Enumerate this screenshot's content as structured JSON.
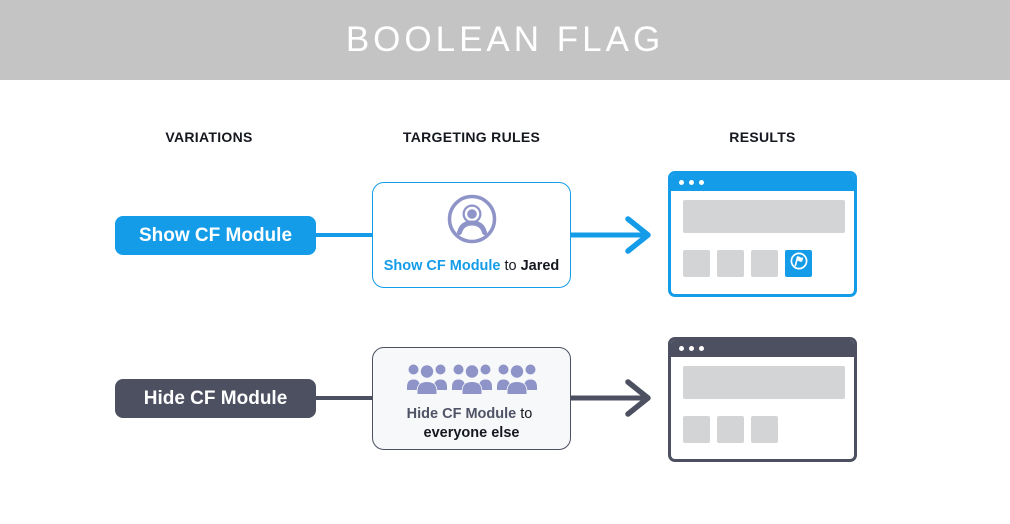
{
  "header": {
    "title": "BOOLEAN FLAG"
  },
  "columns": {
    "variations": "VARIATIONS",
    "targeting": "TARGETING RULES",
    "results": "RESULTS"
  },
  "rows": [
    {
      "variation_label": "Show CF Module",
      "rule": {
        "icon": "user-circle-icon",
        "flag": "Show CF Module",
        "connector": "to",
        "target": "Jared"
      },
      "result": {
        "window_theme": "blue",
        "placeholder_tiles": 3,
        "has_cf_module_tile": true,
        "cf_module_icon": "flag-circle-icon"
      }
    },
    {
      "variation_label": "Hide CF Module",
      "rule": {
        "icon": "crowd-icon",
        "flag": "Hide CF Module",
        "connector": "to",
        "target": "everyone else"
      },
      "result": {
        "window_theme": "dark",
        "placeholder_tiles": 3,
        "has_cf_module_tile": false
      }
    }
  ],
  "colors": {
    "accent_blue": "#149CE8",
    "accent_dark": "#4C5060",
    "icon_purple": "#8F94C8",
    "placeholder_gray": "#D3D4D6",
    "banner_gray": "#C4C4C4",
    "text_dark": "#15181F"
  }
}
